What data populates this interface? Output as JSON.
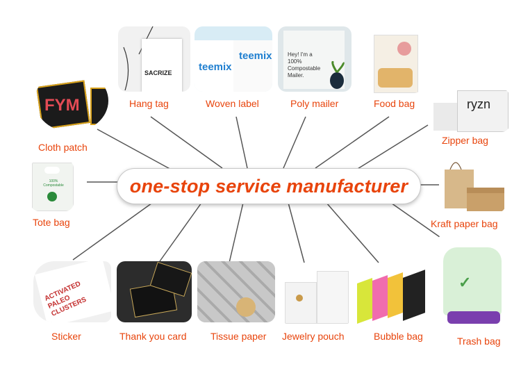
{
  "center": {
    "title": "one-stop service manufacturer"
  },
  "products": [
    {
      "id": "hang-tag",
      "label": "Hang tag",
      "brand": "SACRIZE"
    },
    {
      "id": "woven-label",
      "label": "Woven label",
      "brand": "teemix"
    },
    {
      "id": "poly-mailer",
      "label": "Poly mailer",
      "print": "Hey! I'm a 100% Compostable Mailer."
    },
    {
      "id": "food-bag",
      "label": "Food bag"
    },
    {
      "id": "cloth-patch",
      "label": "Cloth patch",
      "print": "FYM"
    },
    {
      "id": "zipper-bag",
      "label": "Zipper bag",
      "brand": "ryzn"
    },
    {
      "id": "tote-bag",
      "label": "Tote bag",
      "print": "100% Compostable"
    },
    {
      "id": "kraft-paper-bag",
      "label": "Kraft paper bag"
    },
    {
      "id": "trash-bag",
      "label": "Trash bag"
    },
    {
      "id": "sticker",
      "label": "Sticker",
      "print": "ACTIVATED PALEO CLUSTERS"
    },
    {
      "id": "thank-you-card",
      "label": "Thank you card"
    },
    {
      "id": "tissue-paper",
      "label": "Tissue paper"
    },
    {
      "id": "jewelry-pouch",
      "label": "Jewelry pouch"
    },
    {
      "id": "bubble-bag",
      "label": "Bubble bag"
    }
  ],
  "colors": {
    "accent": "#e8440c",
    "line": "#4a4a4a"
  }
}
